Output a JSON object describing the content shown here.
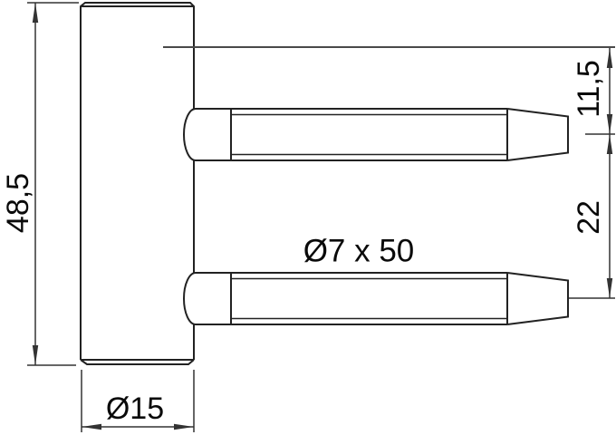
{
  "drawing": {
    "labels": {
      "overall_height": "48,5",
      "top_pin_offset": "11,5",
      "pin_spacing": "22",
      "pin_spec": "Ø7 x 50",
      "body_diameter": "Ø15"
    },
    "colors": {
      "part_line": "#222222",
      "dim_line": "#333333",
      "ref_line": "#4a4a4a",
      "text": "#0a0a0a",
      "background": "#ffffff"
    }
  }
}
